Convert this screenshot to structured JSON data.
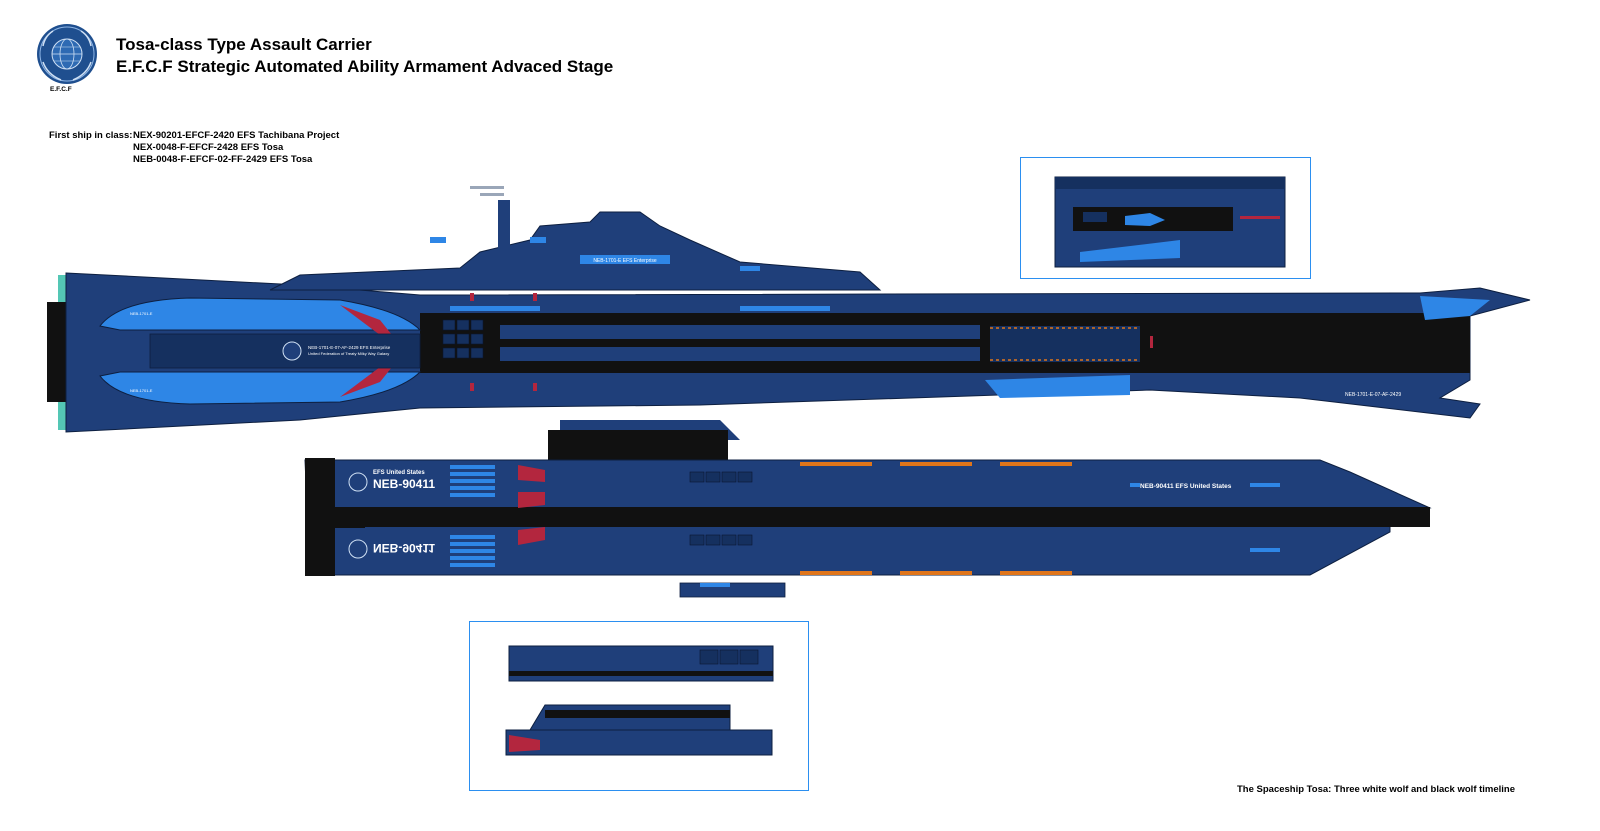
{
  "header": {
    "title_line1": "Tosa-class Type Assault Carrier",
    "title_line2": "E.F.C.F Strategic Automated Ability Armament Advaced Stage",
    "emblem_label": "E.F.C.F"
  },
  "class_info": {
    "label": "First ship in class:",
    "ships": [
      "NEX-90201-EFCF-2420 EFS Tachibana Project",
      "NEX-0048-F-EFCF-2428 EFS Tosa",
      "NEB-0048-F-EFCF-02-FF-2429 EFS Tosa"
    ]
  },
  "ship_markings": {
    "bridge_plate": "NEB-1701-E EFS Enterprise",
    "hull_text_line1": "NEB-1701-E-07-AF-2429 EFS Enterprise",
    "hull_text_line2": "United Federation of Treaty Milky Way Galaxy",
    "bow_registry": "NEB-1701-E-07-AF-2429",
    "stern_tag_top": "NEB-1701-E",
    "stern_tag_bottom": "NEB-1701-E",
    "lower_name": "EFS United States",
    "lower_registry": "NEB-90411",
    "lower_side_text": "NEB-90411 EFS United States"
  },
  "footer": {
    "caption": "The Spaceship Tosa: Three white wolf and black wolf timeline"
  },
  "colors": {
    "hull": "#1f3f7a",
    "hull_dark": "#15305f",
    "accent_blue": "#2e86e6",
    "black": "#111111",
    "red": "#b3263e",
    "orange": "#e0751a",
    "teal": "#54c7b5",
    "frame": "#2b8ff0"
  }
}
